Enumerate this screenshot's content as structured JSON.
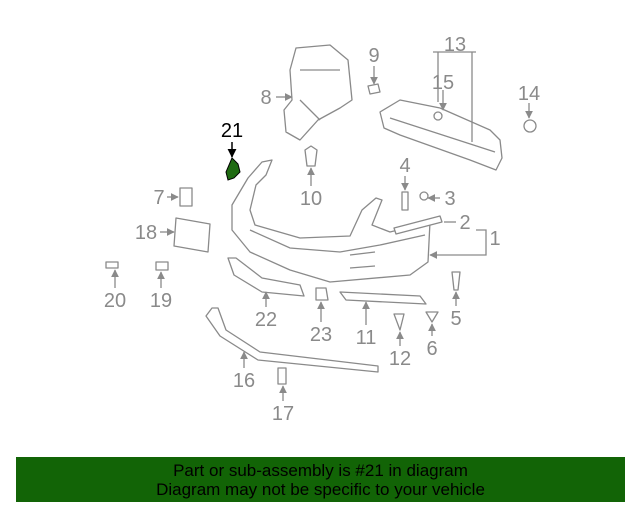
{
  "diagram": {
    "highlight_part": "21",
    "highlight_color": "#1f6b12",
    "callouts": {
      "c1": "1",
      "c2": "2",
      "c3": "3",
      "c4": "4",
      "c5": "5",
      "c6": "6",
      "c7": "7",
      "c8": "8",
      "c9": "9",
      "c10": "10",
      "c11": "11",
      "c12": "12",
      "c13": "13",
      "c14": "14",
      "c15": "15",
      "c16": "16",
      "c17": "17",
      "c18": "18",
      "c19": "19",
      "c20": "20",
      "c21": "21",
      "c22": "22",
      "c23": "23"
    }
  },
  "banner": {
    "line1": "Part or sub-assembly is #21 in diagram",
    "line2": "Diagram may not be specific to your vehicle",
    "background": "#126406"
  }
}
